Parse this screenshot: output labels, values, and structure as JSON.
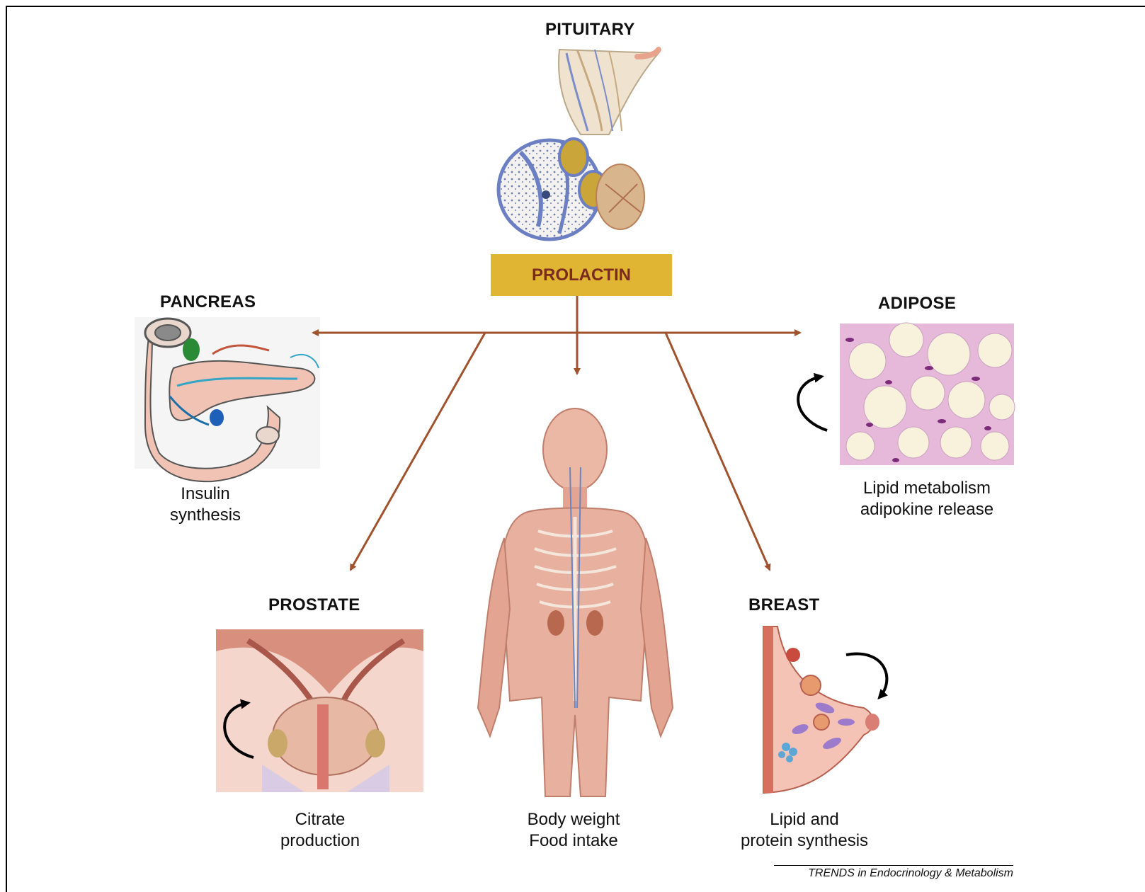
{
  "hormone": "PROLACTIN",
  "colors": {
    "arrow": "#a0522d",
    "hormone_box": "#e0b533",
    "hormone_text": "#7a2a1f"
  },
  "organs": {
    "pituitary": {
      "label": "PITUITARY"
    },
    "pancreas": {
      "label": "PANCREAS",
      "caption": [
        "Insulin",
        "synthesis"
      ]
    },
    "adipose": {
      "label": "ADIPOSE",
      "caption": [
        "Lipid metabolism",
        "adipokine release"
      ]
    },
    "prostate": {
      "label": "PROSTATE",
      "caption": [
        "Citrate",
        "production"
      ]
    },
    "body": {
      "caption": [
        "Body weight",
        "Food intake"
      ]
    },
    "breast": {
      "label": "BREAST",
      "caption": [
        "Lipid and",
        "protein synthesis"
      ]
    }
  },
  "credit": "TRENDS in Endocrinology & Metabolism"
}
